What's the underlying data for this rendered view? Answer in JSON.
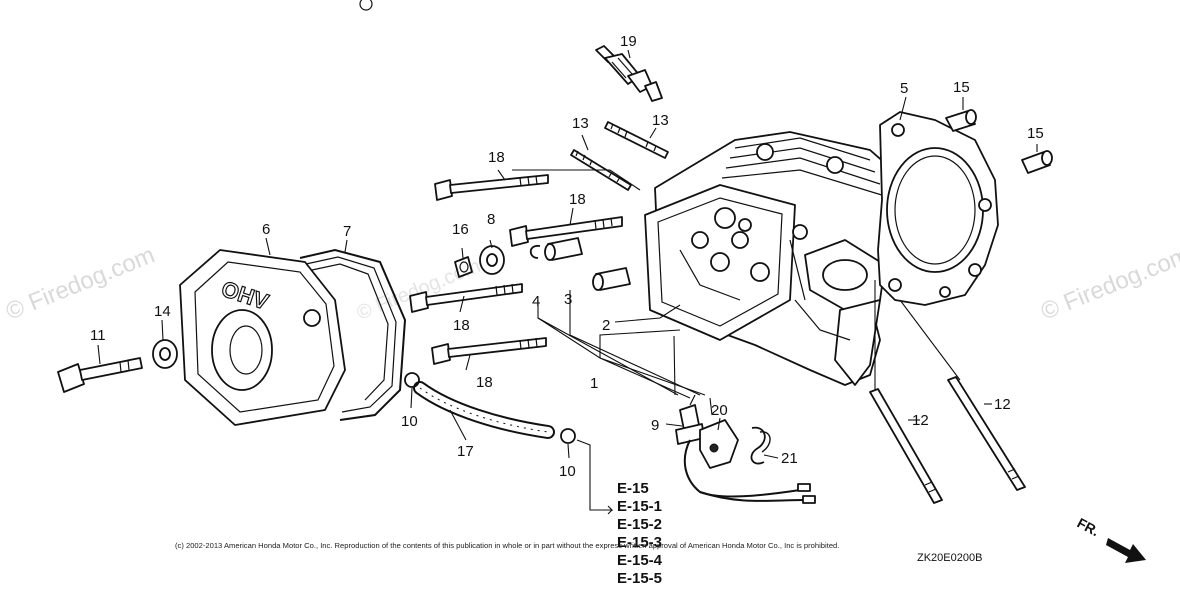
{
  "watermark": "© Firedog.com",
  "callouts": {
    "c1": "1",
    "c2": "2",
    "c3": "3",
    "c4": "4",
    "c5": "5",
    "c6": "6",
    "c7": "7",
    "c8": "8",
    "c9": "9",
    "c10": "10",
    "c11": "11",
    "c12": "12",
    "c13": "13",
    "c14": "14",
    "c15": "15",
    "c16": "16",
    "c17": "17",
    "c18": "18",
    "c19": "19",
    "c20": "20",
    "c21": "21"
  },
  "references": [
    "E-15",
    "E-15-1",
    "E-15-2",
    "E-15-3",
    "E-15-4",
    "E-15-5"
  ],
  "copyright": "(c) 2002-2013 American Honda Motor Co., Inc. Reproduction of the contents of this publication in whole or in part without the express written approval of American Honda Motor Co., Inc is prohibited.",
  "diagram_code": "ZK20E0200B",
  "cover_logo": "OHV",
  "direction_label": "FR."
}
